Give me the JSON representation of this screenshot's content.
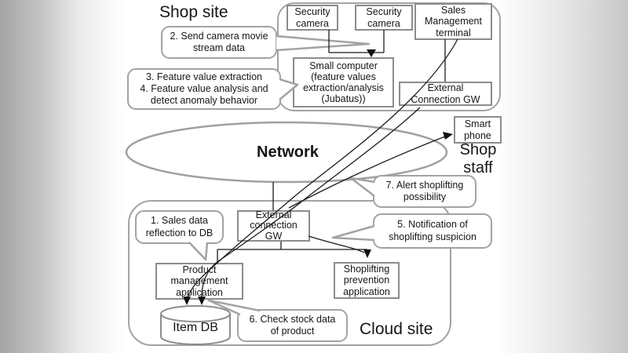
{
  "titles": {
    "shop_site": "Shop site",
    "cloud_site": "Cloud site",
    "network": "Network",
    "shop_staff": "Shop staff"
  },
  "nodes": {
    "security_camera_1": "Security\ncamera",
    "security_camera_2": "Security\ncamera",
    "sales_management_terminal": "Sales\nManagement\nterminal",
    "small_computer": "Small computer\n(feature values\nextraction/analysis\n(Jubatus))",
    "external_connection_gw_shop": "External\nConnection GW",
    "smart_phone": "Smart\nphone",
    "external_connection_gw_cloud": "External\nconnection\nGW",
    "product_management_application": "Product\nmanagement\napplication",
    "shoplifting_prevention_application": "Shoplifting\nprevention\napplication",
    "item_db": "Item DB"
  },
  "callouts": {
    "c1": "1. Sales data\nreflection to DB",
    "c2": "2. Send camera movie\nstream data",
    "c34": "3. Feature value extraction\n4. Feature value analysis and\ndetect anomaly behavior",
    "c5": "5. Notification of\nshoplifting suspicion",
    "c6": "6. Check stock data\nof product",
    "c7": "7. Alert shoplifting\npossibility"
  },
  "edges": [
    {
      "from": "security-camera-1",
      "to": "small-computer",
      "arrow": true
    },
    {
      "from": "security-camera-2",
      "to": "small-computer",
      "arrow": true
    },
    {
      "from": "sales-management-terminal",
      "to": "external-connection-gw-shop",
      "arrow": false
    },
    {
      "from": "sales-management-terminal",
      "to": "item-db",
      "via": [
        "network",
        "external-connection-gw-cloud",
        "product-management-application"
      ],
      "arrow": true
    },
    {
      "from": "external-connection-gw-shop",
      "to": "item-db",
      "via": [
        "network",
        "external-connection-gw-cloud",
        "product-management-application"
      ],
      "arrow": true
    },
    {
      "from": "network",
      "to": "external-connection-gw-cloud",
      "arrow": false
    },
    {
      "from": "external-connection-gw-cloud",
      "to": "smart-phone",
      "arrow": true
    },
    {
      "from": "external-connection-gw-cloud",
      "to": "product-management-application",
      "arrow": false
    },
    {
      "from": "external-connection-gw-cloud",
      "to": "shoplifting-prevention-application",
      "arrow": true
    }
  ],
  "colors": {
    "box_border": "#8c8c8c",
    "callout_border": "#a3a3a3",
    "line": "#1c1c1c",
    "text": "#161616",
    "background_edge_gray": "#a4a4a4"
  }
}
